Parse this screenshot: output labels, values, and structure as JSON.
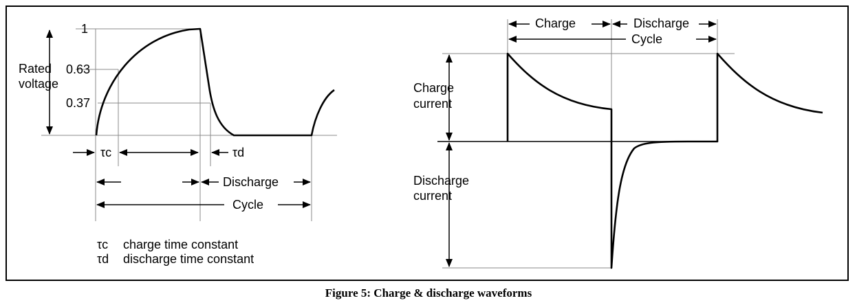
{
  "voltage_panel": {
    "level_full": "1",
    "level_063": "0.63",
    "level_037": "0.37",
    "axis_label_line1": "Rated",
    "axis_label_line2": "voltage",
    "tau_c": "τc",
    "tau_d": "τd",
    "discharge_label": "Discharge",
    "cycle_label": "Cycle",
    "legend": [
      {
        "symbol": "τc",
        "text": "charge time constant"
      },
      {
        "symbol": "τd",
        "text": "discharge time constant"
      }
    ]
  },
  "current_panel": {
    "charge_label": "Charge",
    "discharge_label": "Discharge",
    "cycle_label": "Cycle",
    "charge_current_line1": "Charge",
    "charge_current_line2": "current",
    "discharge_current_line1": "Discharge",
    "discharge_current_line2": "current"
  },
  "caption": "Figure 5: Charge & discharge waveforms"
}
